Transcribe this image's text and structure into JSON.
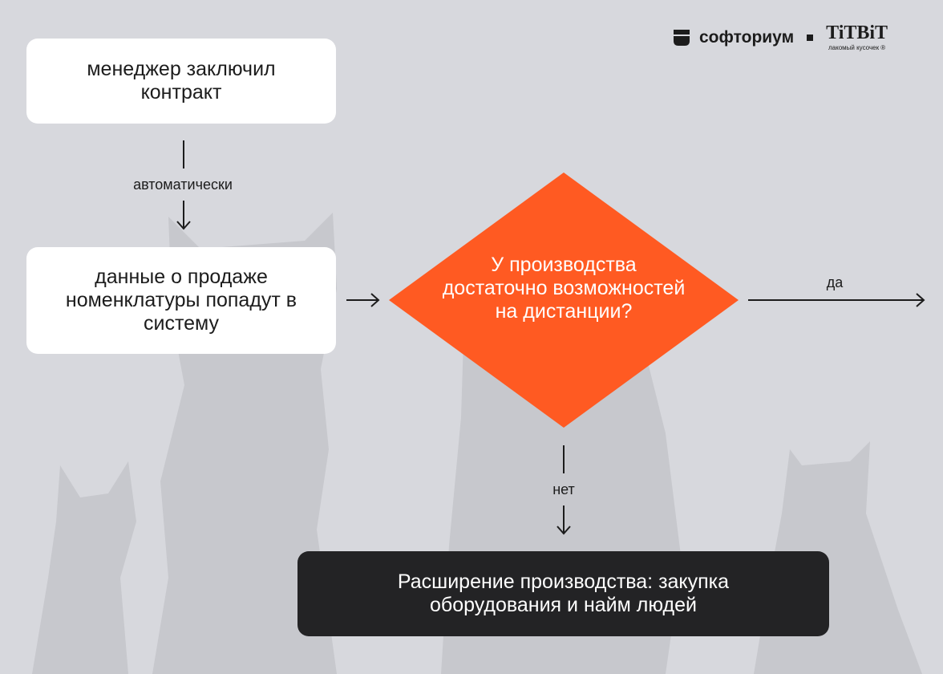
{
  "logo": {
    "brand1": "софториум",
    "brand2": "TiTBiT",
    "brand2_tagline": "лакомый кусочек ®"
  },
  "nodes": {
    "contract": "менеджер заключил контракт",
    "sales_data": "данные о продаже номенклатуры попадут в систему",
    "decision": "У производства достаточно возможностей на дистанции?",
    "expansion": "Расширение производства: закупка оборудования и найм людей"
  },
  "edges": {
    "auto": "автоматически",
    "yes": "да",
    "no": "нет"
  },
  "colors": {
    "background": "#d7d8dd",
    "decision": "#ff5a22",
    "dark_box": "#232325"
  }
}
